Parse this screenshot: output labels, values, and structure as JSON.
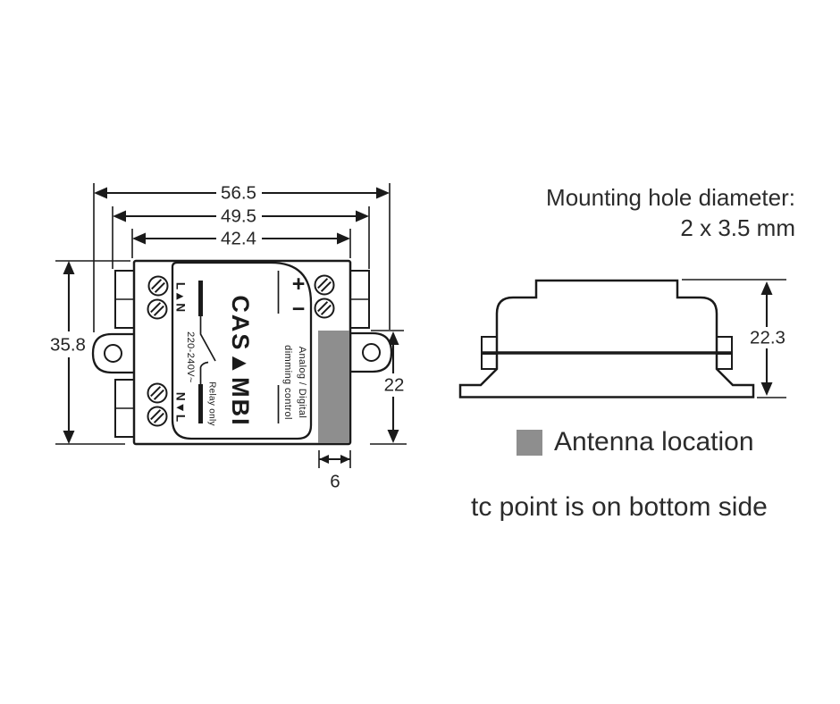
{
  "top_view": {
    "brand": "CAS▲MBI",
    "terminal_top": "L▲N",
    "terminal_bottom": "N▼L",
    "voltage": "220-240V~",
    "relay_note": "Relay only",
    "plus": "+",
    "minus": "−",
    "control_line1": "Analog / Digital",
    "control_line2": "dimming control",
    "dims": {
      "outer_width": "56.5",
      "mid_width": "49.5",
      "body_width": "42.4",
      "body_height": "35.8",
      "antenna_height": "22",
      "antenna_width": "6"
    }
  },
  "side_view": {
    "dims": {
      "height": "22.3"
    }
  },
  "annotations": {
    "mounting_hole_line1": "Mounting hole diameter:",
    "mounting_hole_line2": "2 x 3.5 mm",
    "antenna_legend": "Antenna location",
    "tc_note": "tc point is on bottom side"
  },
  "colors": {
    "antenna_gray": "#8e8e8e",
    "line_black": "#1a1a1a",
    "text_dark": "#2b2b2b"
  }
}
